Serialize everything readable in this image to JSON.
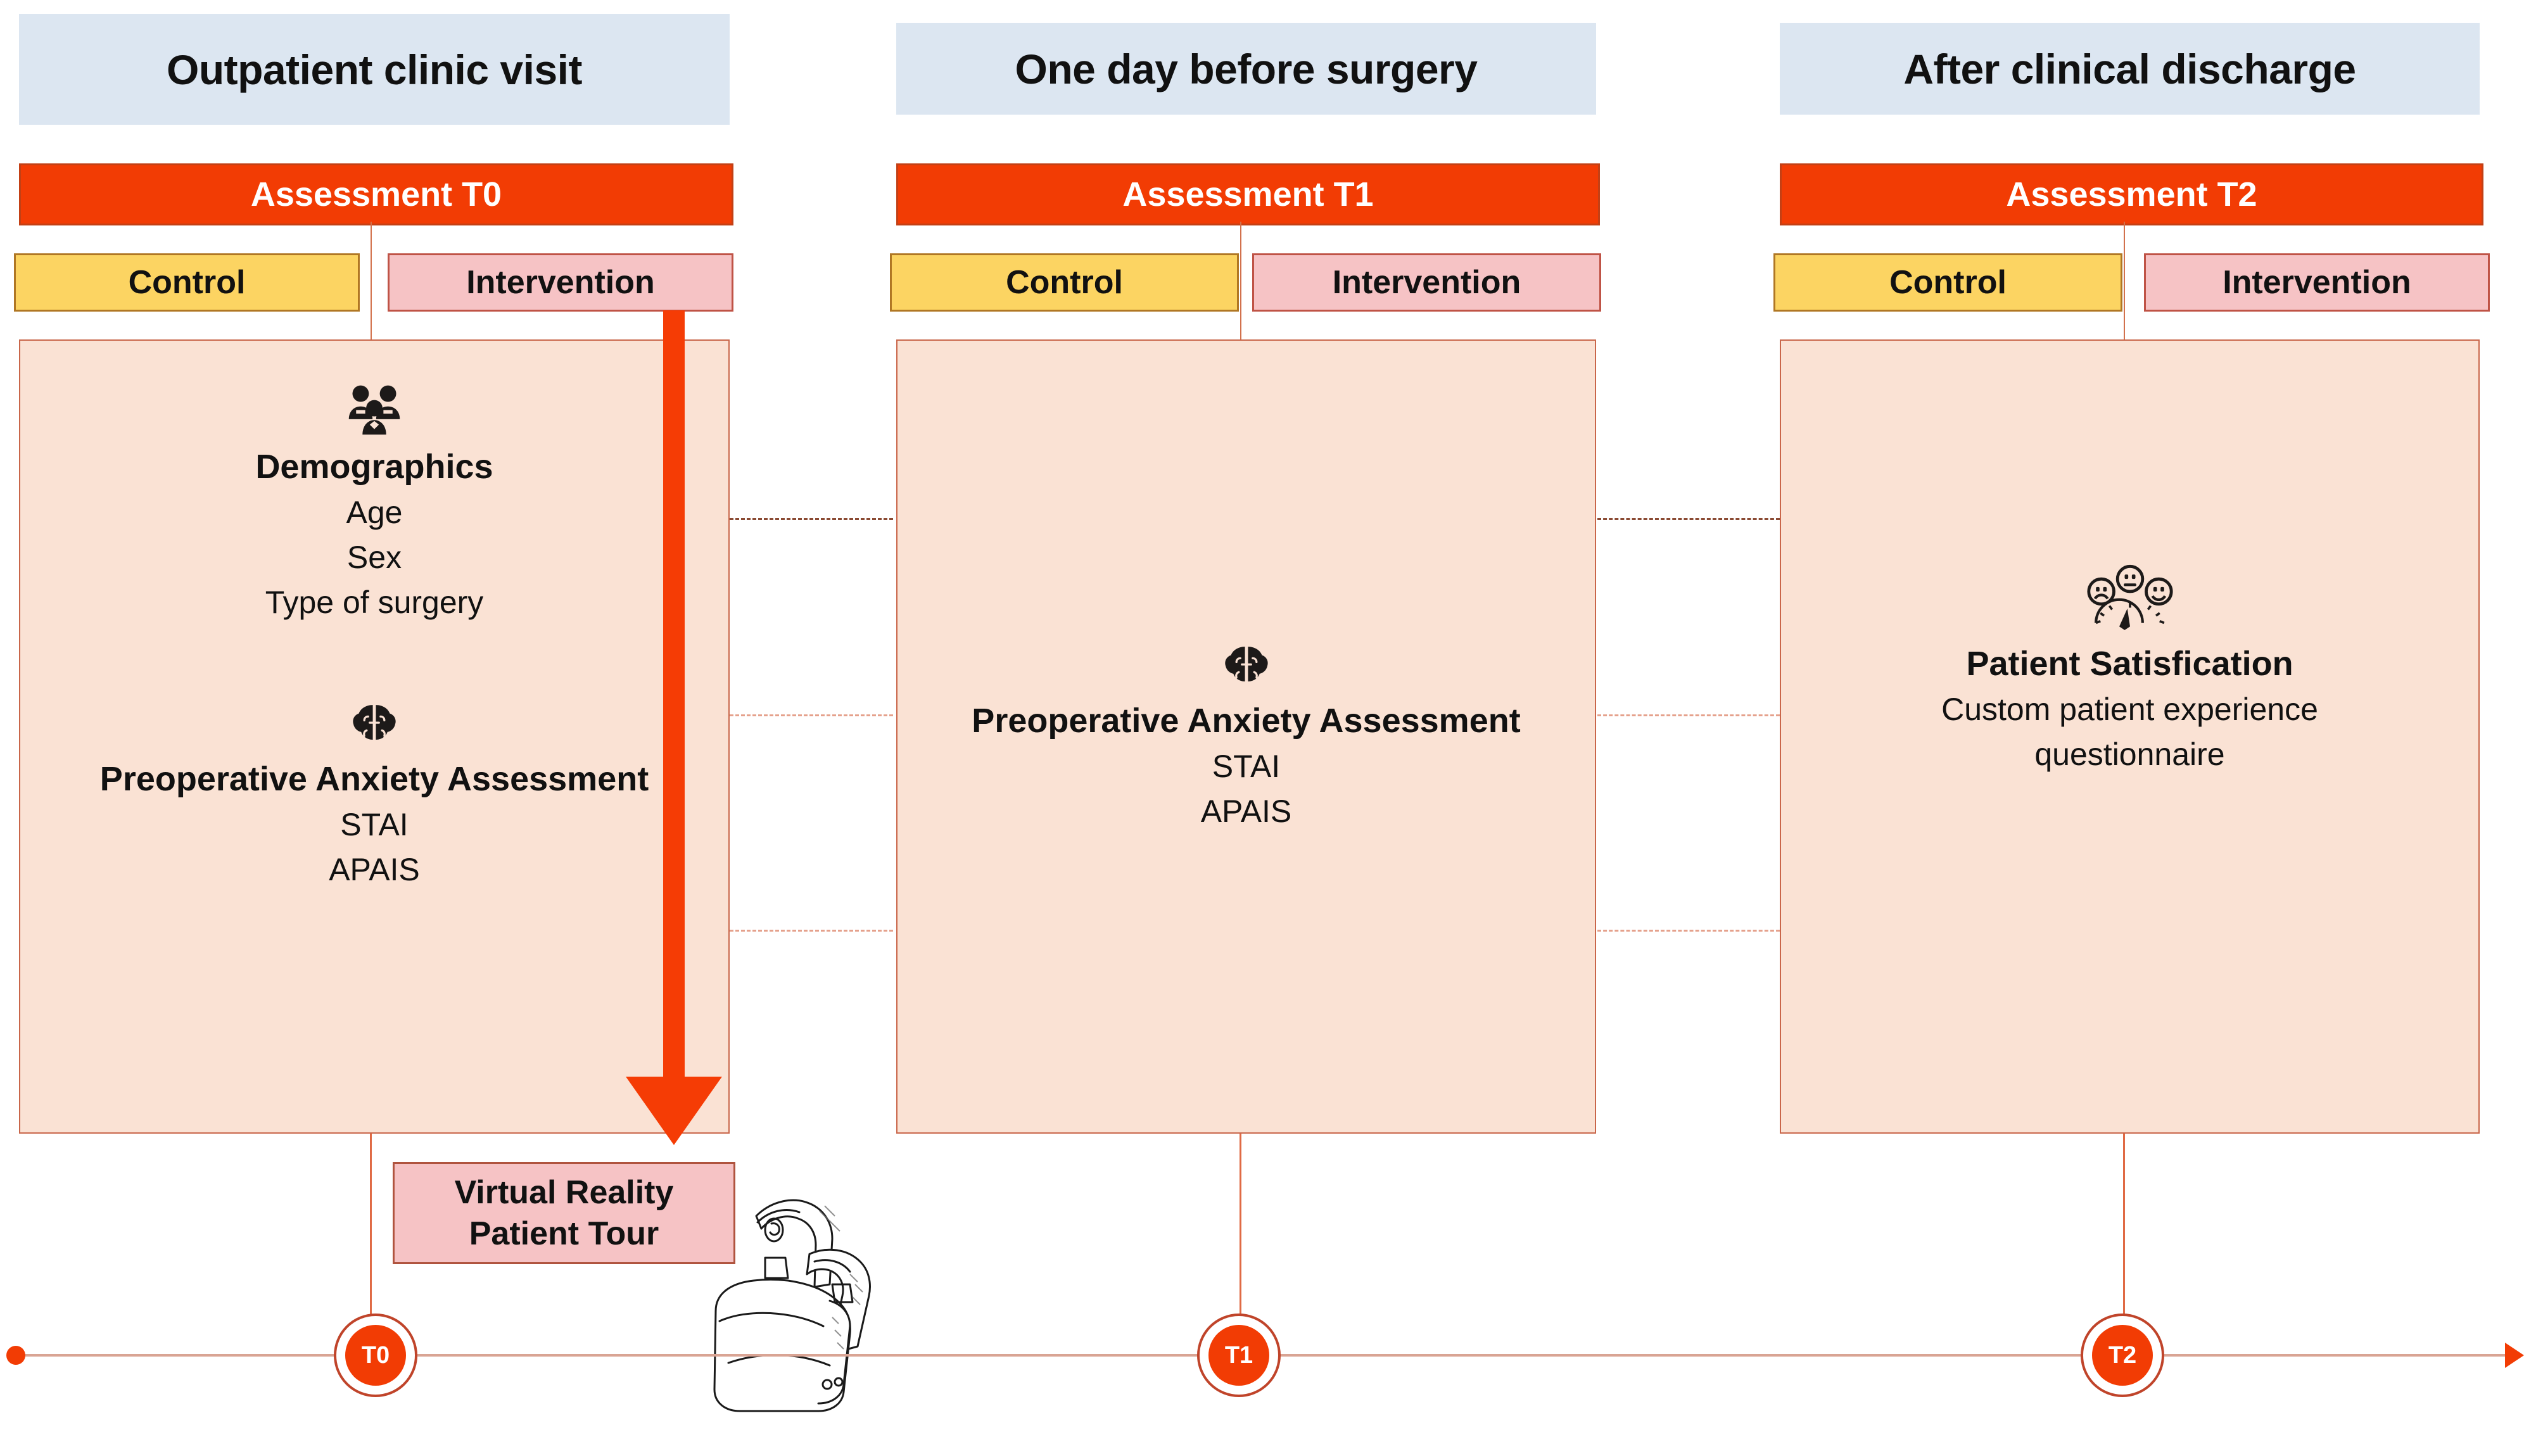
{
  "colors": {
    "phase_header_bg": "#dce6f1",
    "assessment_bar_bg": "#f23c04",
    "control_bg": "#fcd462",
    "intervention_bg": "#f6c3c5",
    "panel_bg": "#fae2d4",
    "timeline_accent": "#f23c04",
    "arrow": "#f53c05"
  },
  "columns": [
    {
      "phase_title": "Outpatient clinic visit",
      "assessment_label": "Assessment T0",
      "control_label": "Control",
      "intervention_label": "Intervention",
      "blocks": [
        {
          "icon": "group-of-people-icon",
          "heading": "Demographics",
          "lines": [
            "Age",
            "Sex",
            "Type of surgery"
          ]
        },
        {
          "icon": "brain-icon",
          "heading": "Preoperative Anxiety Assessment",
          "lines": [
            "STAI",
            "APAIS"
          ]
        }
      ],
      "timepoint": "T0"
    },
    {
      "phase_title": "One day before surgery",
      "assessment_label": "Assessment T1",
      "control_label": "Control",
      "intervention_label": "Intervention",
      "blocks": [
        {
          "icon": "brain-icon",
          "heading": "Preoperative Anxiety Assessment",
          "lines": [
            "STAI",
            "APAIS"
          ]
        }
      ],
      "timepoint": "T1"
    },
    {
      "phase_title": "After clinical discharge",
      "assessment_label": "Assessment T2",
      "control_label": "Control",
      "intervention_label": "Intervention",
      "blocks": [
        {
          "icon": "satisfaction-faces-gauge-icon",
          "heading": "Patient Satisfication",
          "lines": [
            "Custom patient experience",
            "questionnaire"
          ]
        }
      ],
      "timepoint": "T2"
    }
  ],
  "intervention_action": {
    "label_line_1": "Virtual Reality",
    "label_line_2": "Patient Tour",
    "device_icon": "vr-headset-illustration"
  }
}
